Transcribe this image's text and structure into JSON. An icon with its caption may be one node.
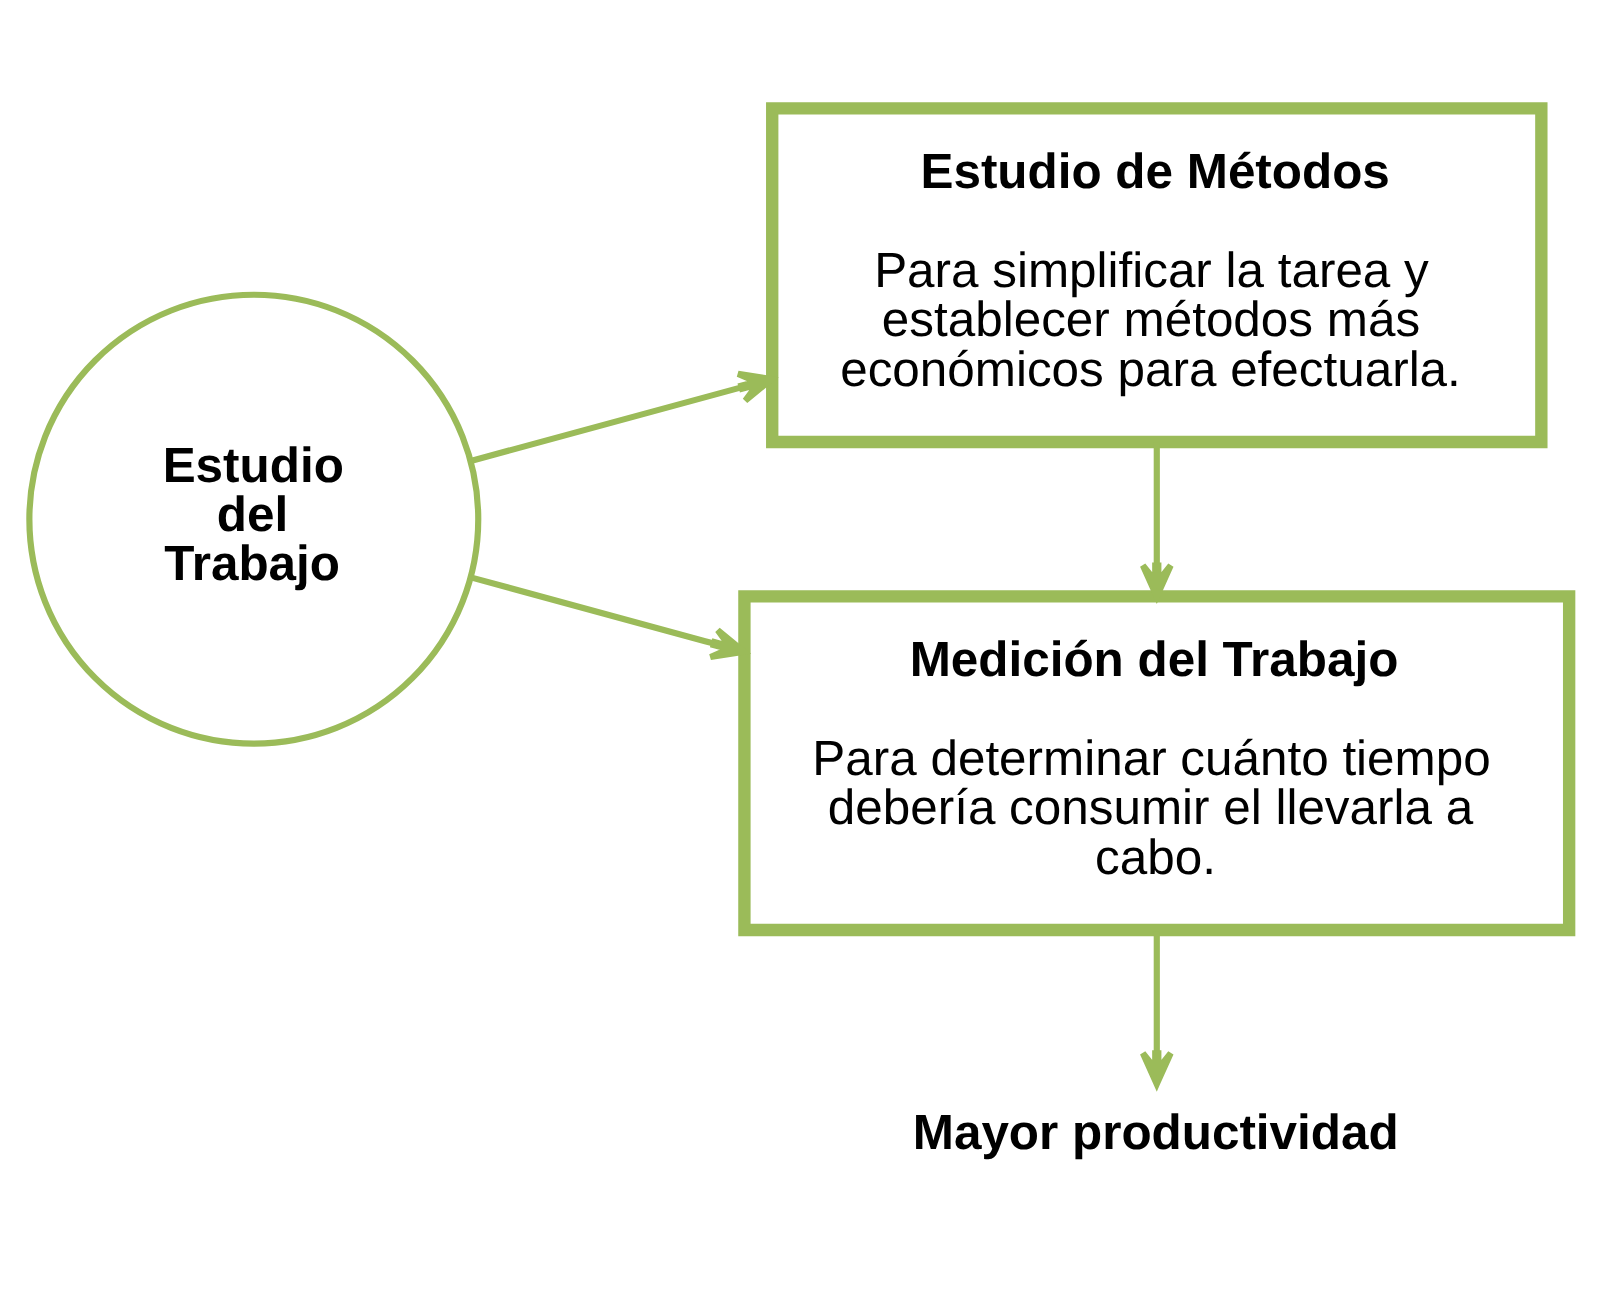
{
  "diagram": {
    "nodes": [
      {
        "text": [
          "Estudio del Trabajo"
        ]
      },
      {
        "text": [
          "Estudio de Métodos",
          "Para simplificar la tarea y establecer métodos más económicos para efectuarla."
        ]
      },
      {
        "text": [
          "Medición del Trabajo",
          "Para determinar cuánto tiempo debería consumir el llevarla a cabo."
        ]
      },
      {
        "text": [
          "Mayor productividad"
        ]
      }
    ],
    "edges": [
      {
        "from": 0,
        "to": 1,
        "arrow": "to"
      },
      {
        "from": 0,
        "to": 2,
        "arrow": "to"
      },
      {
        "from": 1,
        "to": 2,
        "arrow": "to"
      },
      {
        "from": 2,
        "to": 3,
        "arrow": "to"
      }
    ]
  }
}
